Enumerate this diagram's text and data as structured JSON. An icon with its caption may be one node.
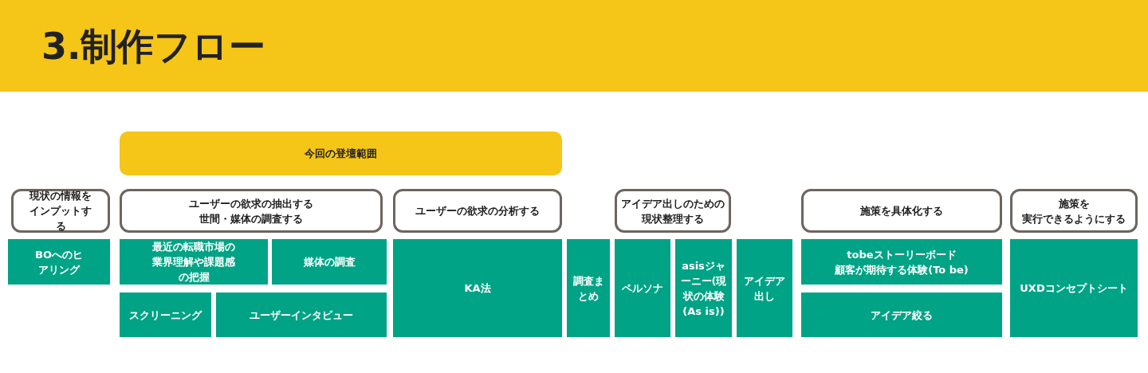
{
  "diagram": {
    "title": "3.制作フロー",
    "nodes": [
      {
        "text": [
          "今回の登壇範囲"
        ]
      },
      {
        "text": [
          "現状の情報をインプットする"
        ]
      },
      {
        "text": [
          "ユーザーの欲求の抽出する",
          "世間・媒体の調査する"
        ]
      },
      {
        "text": [
          "ユーザーの欲求の分析する"
        ]
      },
      {
        "text": [
          "アイデア出しのための現状整理する"
        ]
      },
      {
        "text": [
          "施策を具体化する"
        ]
      },
      {
        "text": [
          "施策を",
          "実行できるようにする"
        ]
      },
      {
        "text": [
          "BOへのヒアリング"
        ]
      },
      {
        "text": [
          "最近の転職市場の業界理解や課題感の把握"
        ]
      },
      {
        "text": [
          "媒体の調査"
        ]
      },
      {
        "text": [
          "KA法"
        ]
      },
      {
        "text": [
          "調査まとめ"
        ]
      },
      {
        "text": [
          "ペルソナ"
        ]
      },
      {
        "text": [
          "asisジャーニー(現状の体験(As is))"
        ]
      },
      {
        "text": [
          "アイデア出し"
        ]
      },
      {
        "text": [
          "tobeストーリーボード",
          "顧客が期待する体験(To be)"
        ]
      },
      {
        "text": [
          "UXDコンセプトシート"
        ]
      },
      {
        "text": [
          "スクリーニング"
        ]
      },
      {
        "text": [
          "ユーザーインタビュー"
        ]
      },
      {
        "text": [
          "アイデア絞る"
        ]
      }
    ]
  }
}
